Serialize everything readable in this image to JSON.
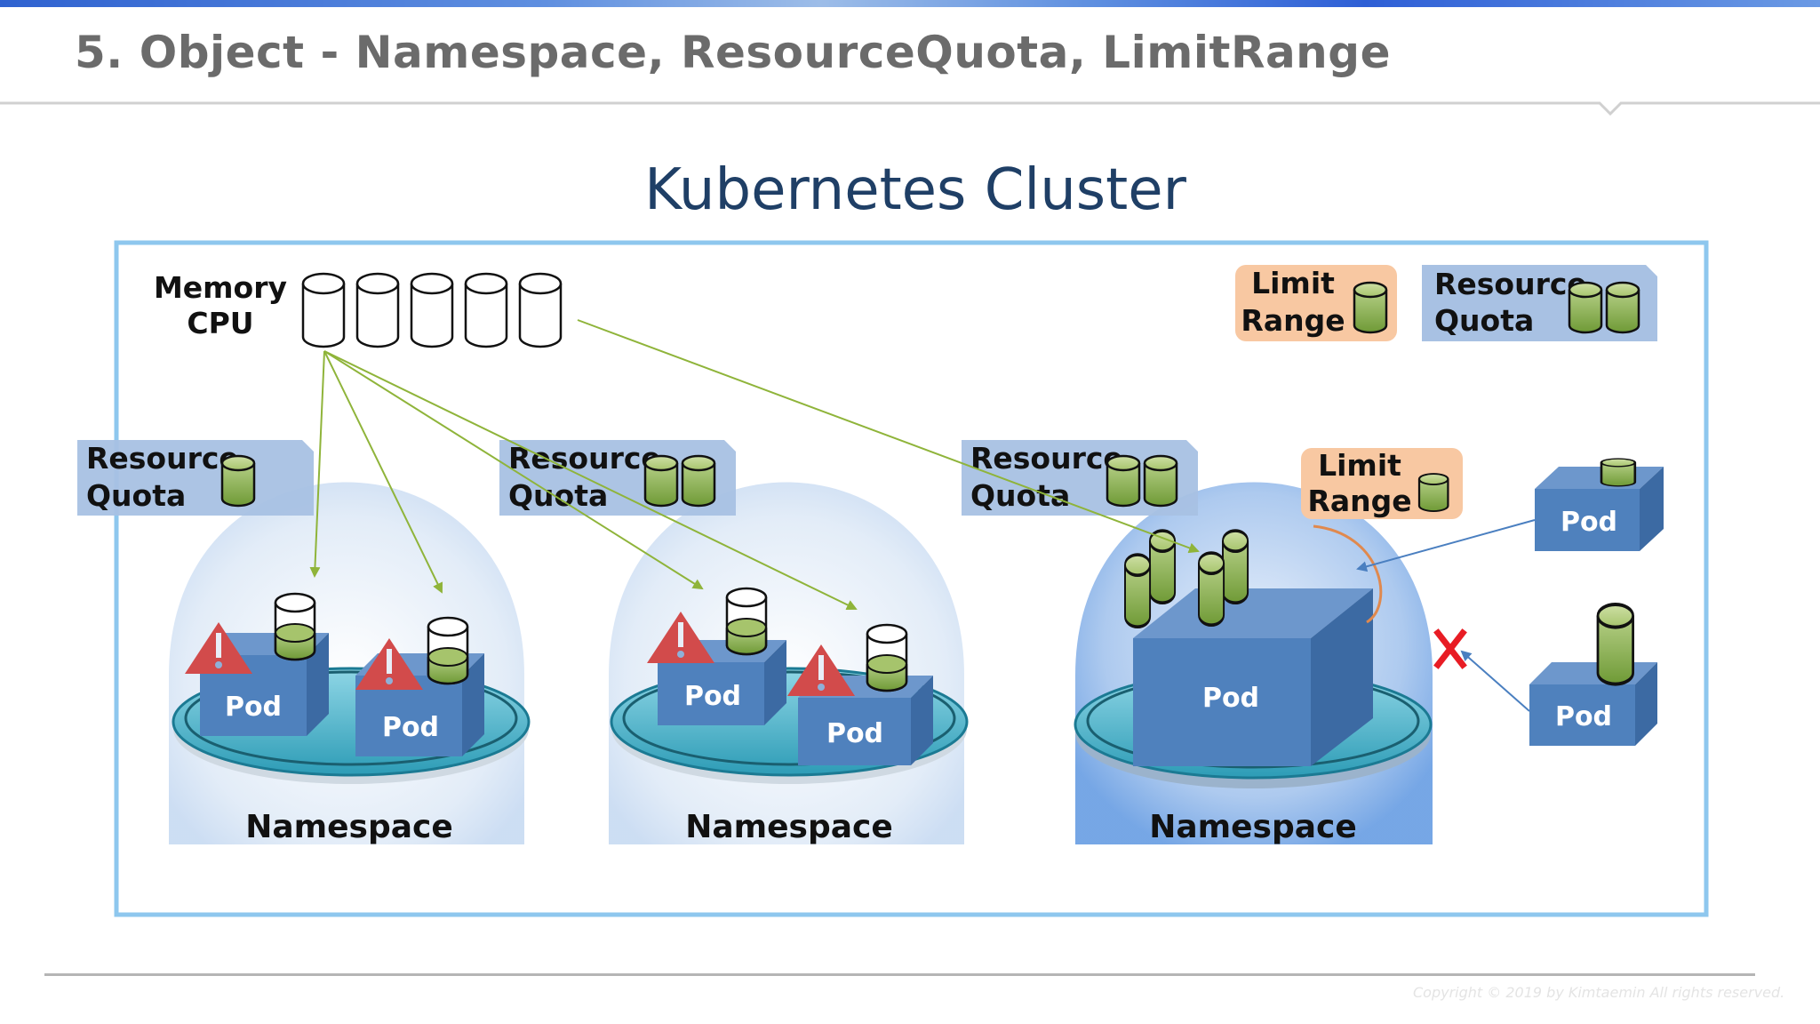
{
  "slide": {
    "title": "5. Object - Namespace, ResourceQuota, LimitRange",
    "copyright": "Copyright © 2019 by Kimtaemin All rights reserved."
  },
  "diagram": {
    "title": "Kubernetes Cluster",
    "resources": {
      "line1": "Memory",
      "line2": "CPU",
      "cylinder_count": 5
    },
    "legend": {
      "limit_range": {
        "line1": "Limit",
        "line2": "Range",
        "cylinders": 1
      },
      "resource_quota": {
        "line1": "Resource",
        "line2": "Quota",
        "cylinders": 2
      }
    },
    "namespaces": [
      {
        "label": "Namespace",
        "quota": {
          "line1": "Resource",
          "line2": "Quota",
          "cylinders": 1
        },
        "pods": [
          {
            "label": "Pod",
            "warning": true
          },
          {
            "label": "Pod",
            "warning": true
          }
        ]
      },
      {
        "label": "Namespace",
        "quota": {
          "line1": "Resource",
          "line2": "Quota",
          "cylinders": 2
        },
        "pods": [
          {
            "label": "Pod",
            "warning": true
          },
          {
            "label": "Pod",
            "warning": true
          }
        ]
      },
      {
        "label": "Namespace",
        "quota": {
          "line1": "Resource",
          "line2": "Quota",
          "cylinders": 2
        },
        "limit_range": {
          "line1": "Limit",
          "line2": "Range",
          "cylinders": 1
        },
        "pods": [
          {
            "label": "Pod",
            "warning": false
          }
        ]
      }
    ],
    "external_pods": [
      {
        "label": "Pod",
        "status": "allowed"
      },
      {
        "label": "Pod",
        "status": "rejected"
      }
    ],
    "colors": {
      "title": "#1f3f66",
      "cluster_border": "#8ec7ee",
      "quota_box": "#a8c1e3",
      "limit_box": "#f8c8a2",
      "pod_front": "#4f81bd",
      "cylinder_green": "#8fb44e",
      "arrow_green": "#8fb43a",
      "arrow_blue": "#4a7fc0",
      "warning_red": "#d24b4b",
      "reject_red": "#e81c24"
    }
  }
}
